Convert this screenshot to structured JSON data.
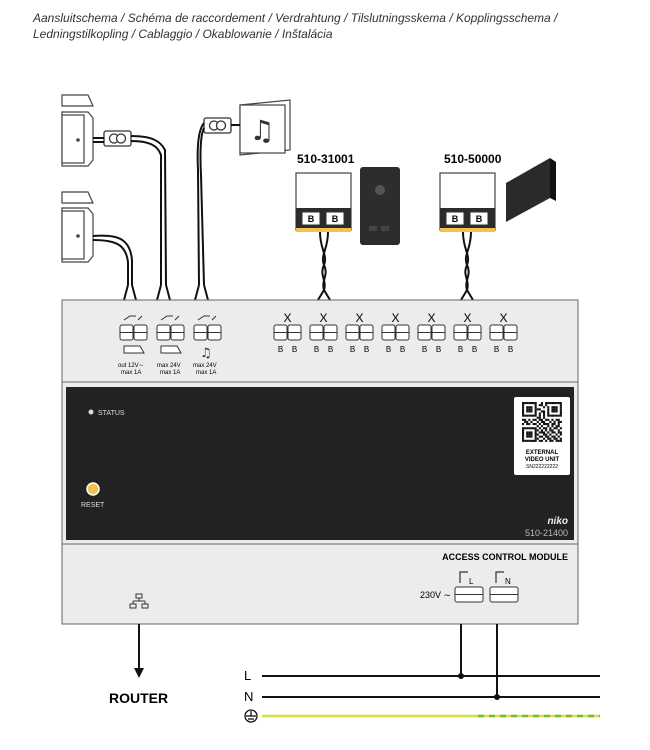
{
  "header": {
    "languages": "Aansluitschema / Schéma de raccordement / Verdrahtung / Tilslutningsskema / Kopplingsschema / Ledningstilkopling / Cablaggio / Okablowanie / Inštalácia"
  },
  "devices": {
    "doorbell_left": {
      "model": "510-31001",
      "terminal_a": "B",
      "terminal_b": "B"
    },
    "doorbell_right": {
      "model": "510-50000",
      "terminal_a": "B",
      "terminal_b": "B"
    }
  },
  "module": {
    "top_terminals": [
      {
        "caption_line1": "out 12V∼",
        "caption_line2": "max 1A"
      },
      {
        "caption_line1": "max 24V",
        "caption_line2": "max 1A"
      },
      {
        "caption_line1": "max 24V",
        "caption_line2": "max 1A"
      }
    ],
    "bus_terminals": [
      {
        "x": "X",
        "b1": "B",
        "b2": "B"
      },
      {
        "x": "X",
        "b1": "B",
        "b2": "B"
      },
      {
        "x": "X",
        "b1": "B",
        "b2": "B"
      },
      {
        "x": "X",
        "b1": "B",
        "b2": "B"
      },
      {
        "x": "X",
        "b1": "B",
        "b2": "B"
      },
      {
        "x": "X",
        "b1": "B",
        "b2": "B"
      },
      {
        "x": "X",
        "b1": "B",
        "b2": "B"
      }
    ],
    "status_label": "STATUS",
    "reset_label": "RESET",
    "qr_label": {
      "line1": "EXTERNAL",
      "line2": "VIDEO UNIT",
      "line3": "SN222222222"
    },
    "brand": "niko",
    "model": "510-21400",
    "module_name": "ACCESS CONTROL MODULE",
    "mains_label": "230V ∼",
    "mains_terminals": [
      "L",
      "N"
    ]
  },
  "power_lines": {
    "l": "L",
    "n": "N"
  },
  "router_label": "ROUTER",
  "colors": {
    "panel": "#222222",
    "housing": "#ececec",
    "earth": "#d8de46",
    "amber": "#f2c14e"
  }
}
